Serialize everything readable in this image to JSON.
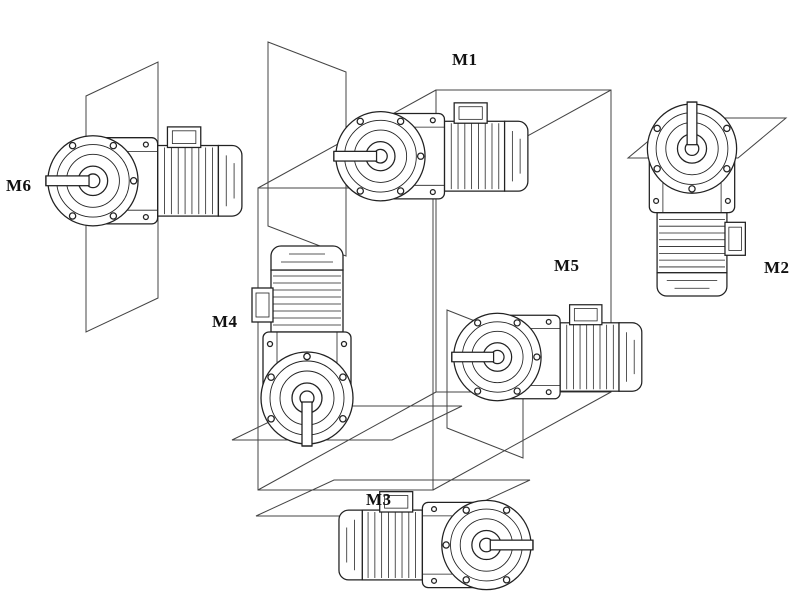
{
  "diagram": {
    "background": "#ffffff",
    "line_color": "#222222",
    "cube_line_color": "#444444"
  },
  "positions": [
    {
      "id": "m1",
      "label": "M1"
    },
    {
      "id": "m2",
      "label": "M2"
    },
    {
      "id": "m3",
      "label": "M3"
    },
    {
      "id": "m4",
      "label": "M4"
    },
    {
      "id": "m5",
      "label": "M5"
    },
    {
      "id": "m6",
      "label": "M6"
    }
  ]
}
